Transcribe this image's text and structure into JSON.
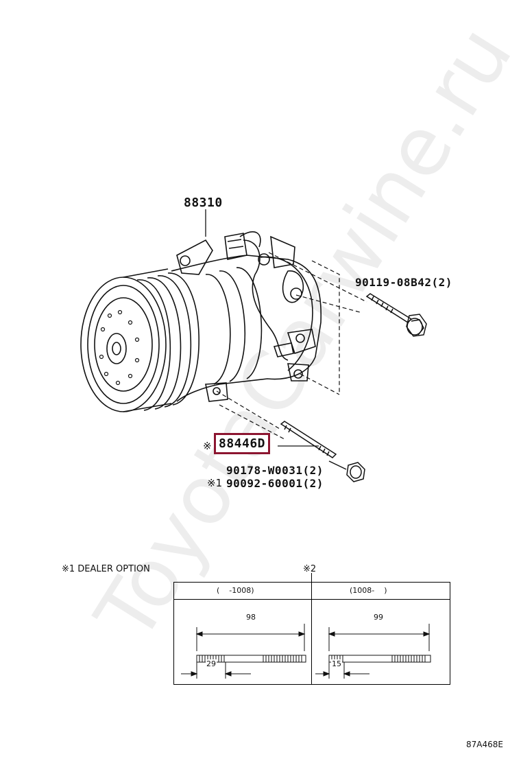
{
  "watermark": "ToyotaCarwine.ru",
  "callouts": {
    "compressor": "88310",
    "bolt": "90119-08B42(2)",
    "stud_mark": "※",
    "stud": "88446D",
    "stud_bolt": "90178-W0031(2)",
    "nut_mark": "※1",
    "nut": "90092-60001(2)"
  },
  "notes": {
    "dealer_option": "※1 DEALER OPTION",
    "table_ref": "※2"
  },
  "table": {
    "col1_header": "(    -1008)",
    "col2_header": "(1008-    )",
    "col1_length": "98",
    "col1_thread": "29",
    "col2_length": "99",
    "col2_thread": "15"
  },
  "figure_code": "87A468E"
}
